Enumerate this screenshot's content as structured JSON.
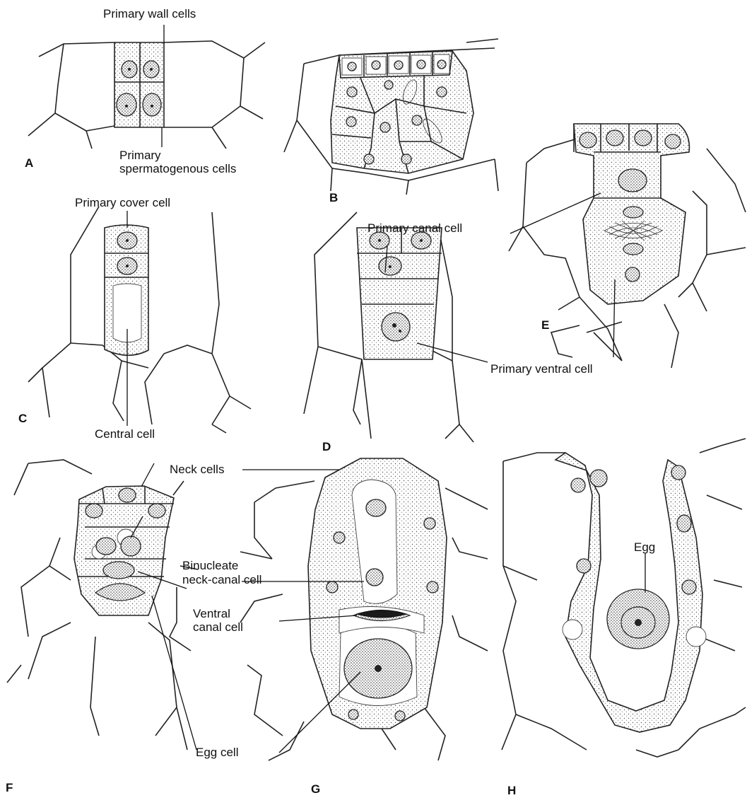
{
  "panels": {
    "A": {
      "letter": "A",
      "labels": {
        "primary_wall": "Primary wall cells",
        "primary_sperm_1": "Primary",
        "primary_sperm_2": "spermatogenous cells"
      }
    },
    "B": {
      "letter": "B"
    },
    "C": {
      "letter": "C",
      "labels": {
        "primary_cover": "Primary cover cell",
        "central": "Central cell"
      }
    },
    "D": {
      "letter": "D",
      "labels": {
        "primary_canal": "Primary canal cell",
        "primary_ventral": "Primary ventral cell"
      }
    },
    "E": {
      "letter": "E"
    },
    "F": {
      "letter": "F",
      "labels": {
        "neck": "Neck cells",
        "binucleate_1": "Binucleate",
        "binucleate_2": "neck-canal cell",
        "ventral_1": "Ventral",
        "ventral_2": "canal cell",
        "egg_cell": "Egg cell"
      }
    },
    "G": {
      "letter": "G"
    },
    "H": {
      "letter": "H",
      "labels": {
        "egg": "Egg"
      }
    }
  }
}
